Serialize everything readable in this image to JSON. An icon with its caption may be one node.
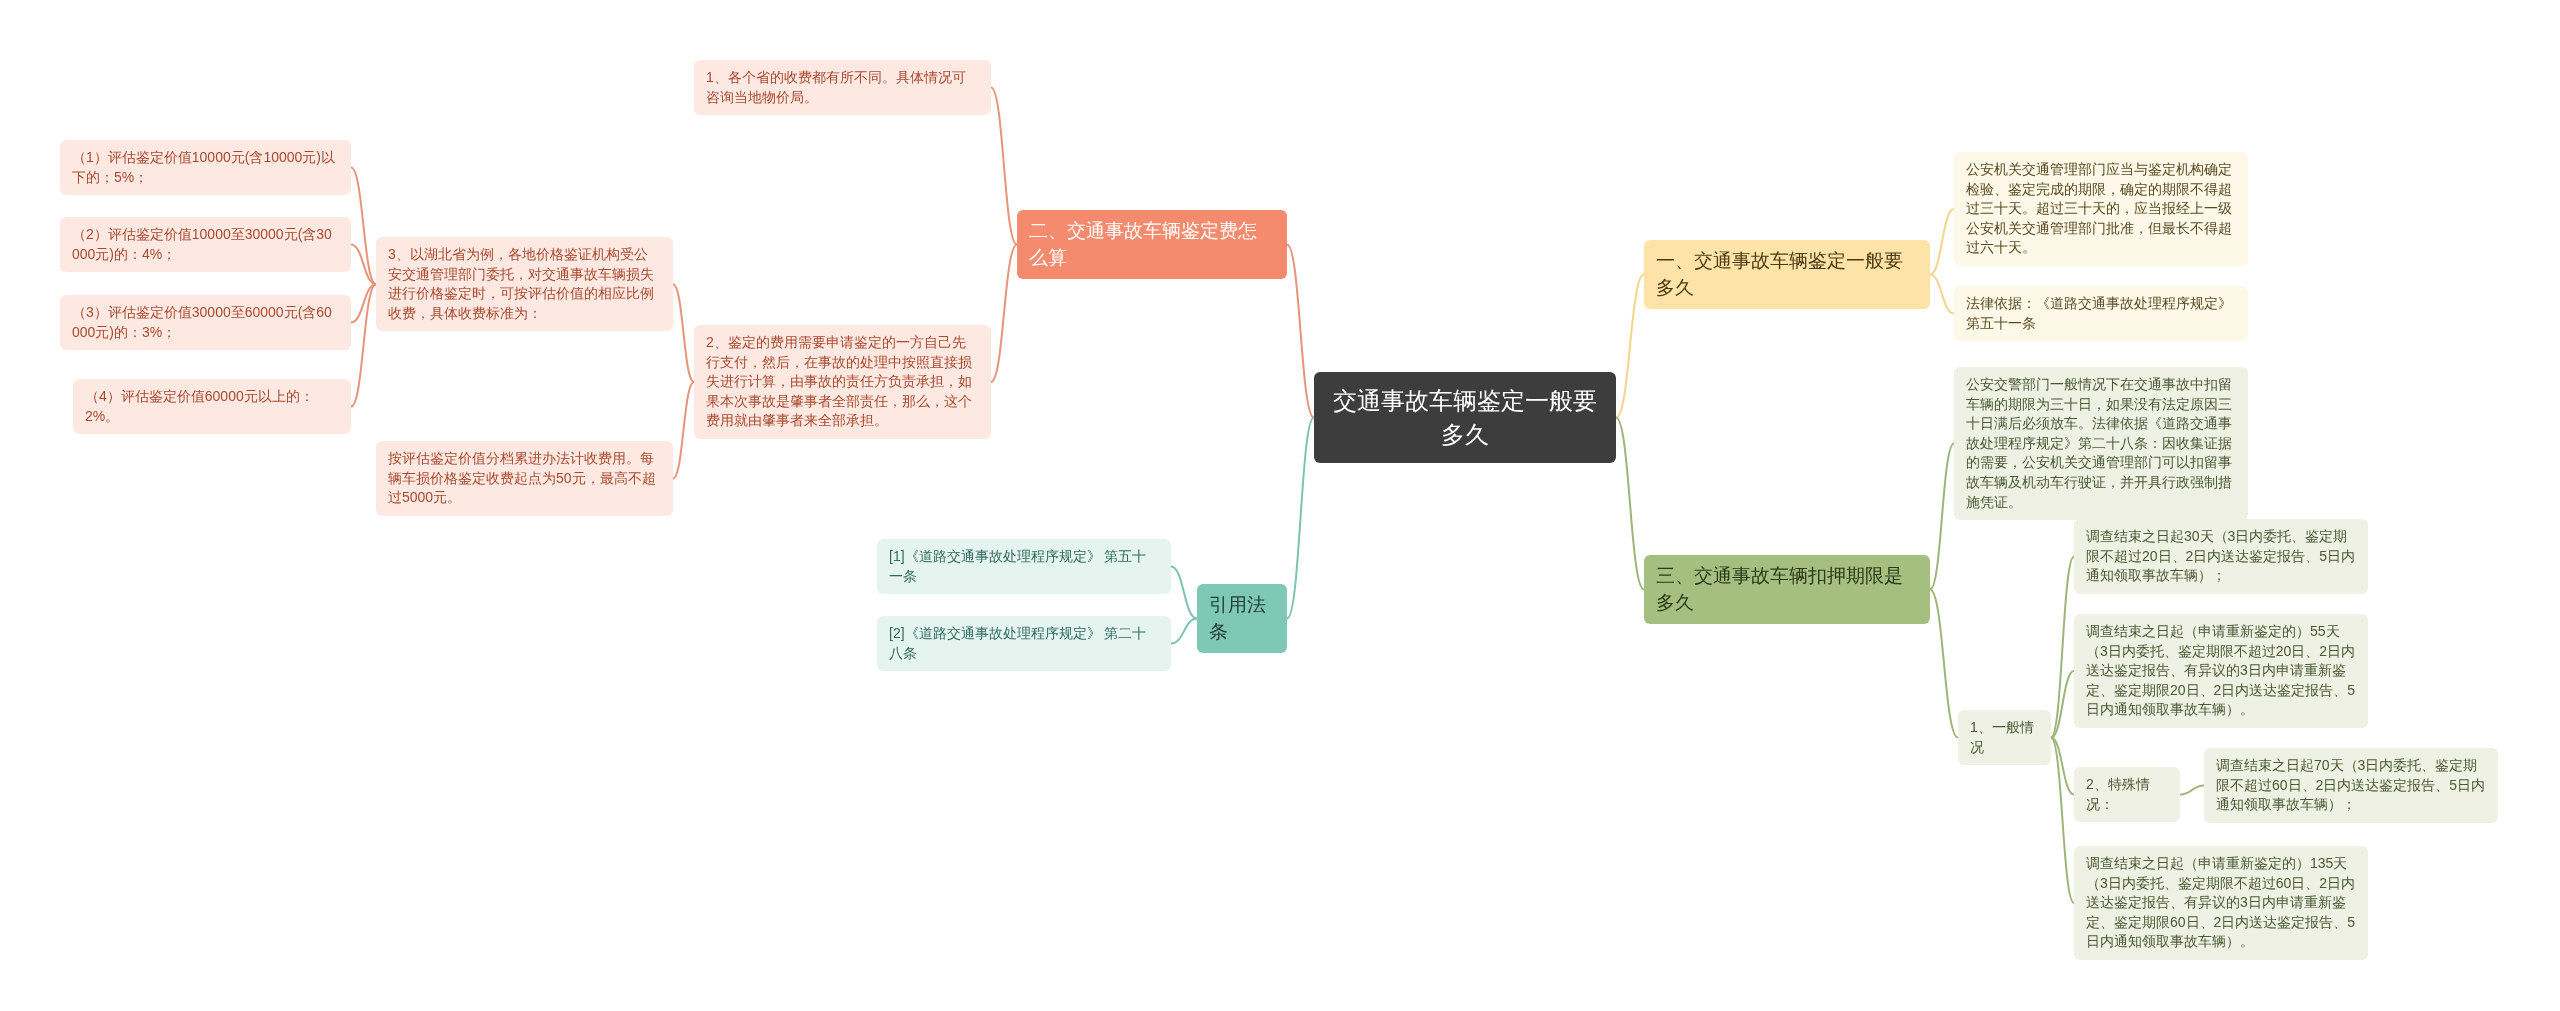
{
  "diagram": {
    "nodes": [
      {
        "text": [
          "交通事故车辆鉴定一般要多久"
        ]
      },
      {
        "text": [
          "二、交通事故车辆鉴定费怎么算"
        ]
      },
      {
        "text": [
          "1、各个省的收费都有所不同。具体情况可咨询当地物价局。"
        ]
      },
      {
        "text": [
          "2、鉴定的费用需要申请鉴定的一方自己先行支付，然后，在事故的处理中按照直接损失进行计算，由事故的责任方负责承担，如果本次事故是肇事者全部责任，那么，这个费用就由肇事者来全部承担。"
        ]
      },
      {
        "text": [
          "3、以湖北省为例，各地价格鉴证机构受公安交通管理部门委托，对交通事故车辆损失进行价格鉴定时，可按评估价值的相应比例收费，具体收费标准为："
        ]
      },
      {
        "text": [
          "（1）评估鉴定价值10000元(含10000元)以下的；5%；"
        ]
      },
      {
        "text": [
          "（2）评估鉴定价值10000至30000元(含30000元)的：4%；"
        ]
      },
      {
        "text": [
          "（3）评估鉴定价值30000至60000元(含60000元)的：3%；"
        ]
      },
      {
        "text": [
          "（4）评估鉴定价值60000元以上的：2%。"
        ]
      },
      {
        "text": [
          "按评估鉴定价值分档累进办法计收费用。每辆车损价格鉴定收费起点为50元，最高不超过5000元。"
        ]
      },
      {
        "text": [
          "引用法条"
        ]
      },
      {
        "text": [
          "[1]《道路交通事故处理程序规定》 第五十一条"
        ]
      },
      {
        "text": [
          "[2]《道路交通事故处理程序规定》 第二十八条"
        ]
      },
      {
        "text": [
          "一、交通事故车辆鉴定一般要多久"
        ]
      },
      {
        "text": [
          "公安机关交通管理部门应当与鉴定机构确定检验、鉴定完成的期限，确定的期限不得超过三十天。超过三十天的，应当报经上一级公安机关交通管理部门批准，但最长不得超过六十天。"
        ]
      },
      {
        "text": [
          "法律依据：《道路交通事故处理程序规定》第五十一条"
        ]
      },
      {
        "text": [
          "三、交通事故车辆扣押期限是多久"
        ]
      },
      {
        "text": [
          "公安交警部门一般情况下在交通事故中扣留车辆的期限为三十日，如果没有法定原因三十日满后必须放车。法律依据《道路交通事故处理程序规定》第二十八条：因收集证据的需要，公安机关交通管理部门可以扣留事故车辆及机动车行驶证，并开具行政强制措施凭证。"
        ]
      },
      {
        "text": [
          "1、一般情况"
        ]
      },
      {
        "text": [
          "调查结束之日起30天（3日内委托、鉴定期限不超过20日、2日内送达鉴定报告、5日内通知领取事故车辆）；"
        ]
      },
      {
        "text": [
          "调查结束之日起（申请重新鉴定的）55天（3日内委托、鉴定期限不超过20日、2日内送达鉴定报告、有异议的3日内申请重新鉴定、鉴定期限20日、2日内送达鉴定报告、5日内通知领取事故车辆）。"
        ]
      },
      {
        "text": [
          "2、特殊情况："
        ]
      },
      {
        "text": [
          "调查结束之日起70天（3日内委托、鉴定期限不超过60日、2日内送达鉴定报告、5日内通知领取事故车辆）；"
        ]
      },
      {
        "text": [
          "调查结束之日起（申请重新鉴定的）135天（3日内委托、鉴定期限不超过60日、2日内送达鉴定报告、有异议的3日内申请重新鉴定、鉴定期限60日、2日内送达鉴定报告、5日内通知领取事故车辆）。"
        ]
      }
    ],
    "edges": [
      {
        "from": 1,
        "to": 0,
        "arrow": "none",
        "color": "#e8937a"
      },
      {
        "from": 2,
        "to": 1,
        "arrow": "none",
        "color": "#e8937a"
      },
      {
        "from": 3,
        "to": 1,
        "arrow": "none",
        "color": "#e8937a"
      },
      {
        "from": 4,
        "to": 3,
        "arrow": "none",
        "color": "#e8937a"
      },
      {
        "from": 5,
        "to": 4,
        "arrow": "none",
        "color": "#e8937a"
      },
      {
        "from": 6,
        "to": 4,
        "arrow": "none",
        "color": "#e8937a"
      },
      {
        "from": 7,
        "to": 4,
        "arrow": "none",
        "color": "#e8937a"
      },
      {
        "from": 8,
        "to": 4,
        "arrow": "none",
        "color": "#e8937a"
      },
      {
        "from": 9,
        "to": 3,
        "arrow": "none",
        "color": "#e8937a"
      },
      {
        "from": 10,
        "to": 0,
        "arrow": "none",
        "color": "#7cc4b0"
      },
      {
        "from": 11,
        "to": 10,
        "arrow": "none",
        "color": "#7cc4b0"
      },
      {
        "from": 12,
        "to": 10,
        "arrow": "none",
        "color": "#7cc4b0"
      },
      {
        "from": 0,
        "to": 13,
        "arrow": "none",
        "color": "#f3d58c"
      },
      {
        "from": 13,
        "to": 14,
        "arrow": "none",
        "color": "#f3d58c"
      },
      {
        "from": 13,
        "to": 15,
        "arrow": "none",
        "color": "#f3d58c"
      },
      {
        "from": 0,
        "to": 16,
        "arrow": "none",
        "color": "#9db57a"
      },
      {
        "from": 16,
        "to": 17,
        "arrow": "none",
        "color": "#9db57a"
      },
      {
        "from": 16,
        "to": 18,
        "arrow": "none",
        "color": "#9db57a"
      },
      {
        "from": 18,
        "to": 19,
        "arrow": "none",
        "color": "#9db57a"
      },
      {
        "from": 18,
        "to": 20,
        "arrow": "none",
        "color": "#9db57a"
      },
      {
        "from": 18,
        "to": 21,
        "arrow": "none",
        "color": "#9db57a"
      },
      {
        "from": 21,
        "to": 22,
        "arrow": "none",
        "color": "#9db57a"
      },
      {
        "from": 18,
        "to": 23,
        "arrow": "none",
        "color": "#9db57a"
      }
    ]
  }
}
